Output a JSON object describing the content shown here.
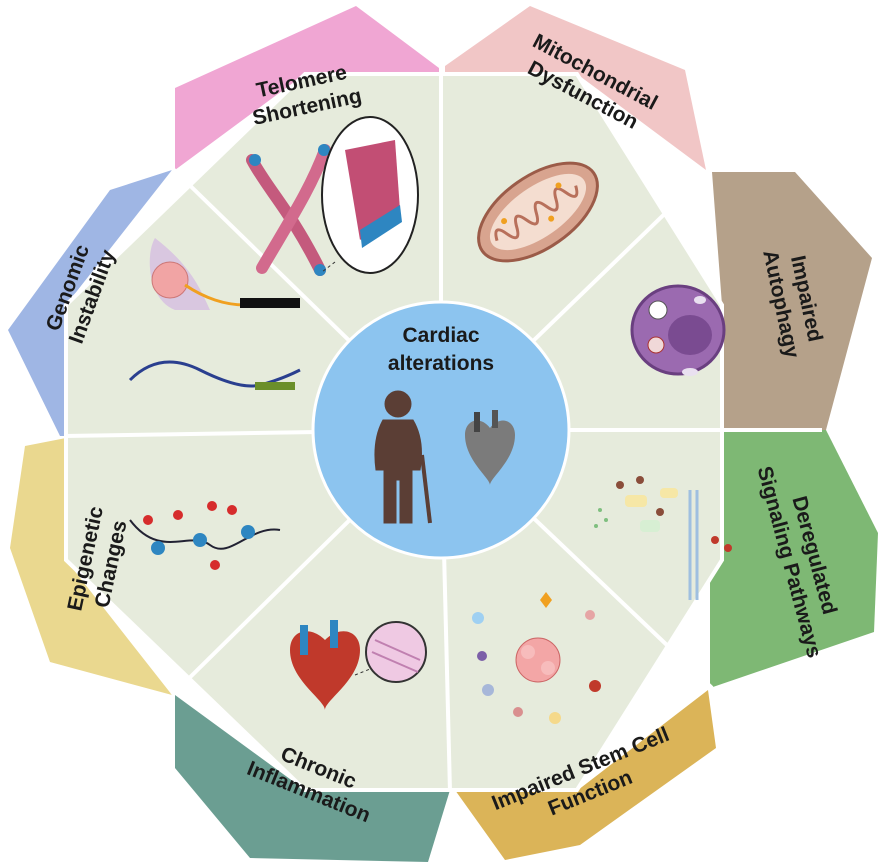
{
  "center": {
    "line1": "Cardiac",
    "line2": "alterations",
    "color": "#8cc4ef"
  },
  "segments": [
    {
      "id": "telomere",
      "line1": "Telomere",
      "line2": "Shortening",
      "color": "#f0a6d3",
      "icon": "chromosome-icon"
    },
    {
      "id": "mito",
      "line1": "Mitochondrial",
      "line2": "Dysfunction",
      "color": "#f1c6c6",
      "icon": "mitochondrion-icon"
    },
    {
      "id": "autophagy",
      "line1": "Impaired",
      "line2": "Autophagy",
      "color": "#b5a18a",
      "icon": "cell-icon"
    },
    {
      "id": "signaling",
      "line1": "Deregulated",
      "line2": "Signaling Pathways",
      "color": "#7eb874",
      "icon": "signaling-pathway-icon"
    },
    {
      "id": "stemcell",
      "line1": "Impaired Stem Cell",
      "line2": "Function",
      "color": "#dbb458",
      "icon": "stem-cell-icon"
    },
    {
      "id": "inflammation",
      "line1": "Chronic",
      "line2": "Inflammation",
      "color": "#6b9e92",
      "icon": "heart-tissue-icon"
    },
    {
      "id": "epigenetic",
      "line1": "Epigenetic",
      "line2": "Changes",
      "color": "#ead88f",
      "icon": "nucleosome-icon"
    },
    {
      "id": "genomic",
      "line1": "Genomic",
      "line2": "Instability",
      "color": "#9fb6e4",
      "icon": "dna-icon"
    }
  ],
  "colors": {
    "panel": "#e6ebdc",
    "divider": "#ffffff",
    "person": "#5b3e35",
    "heart": "#7b7b7b"
  }
}
